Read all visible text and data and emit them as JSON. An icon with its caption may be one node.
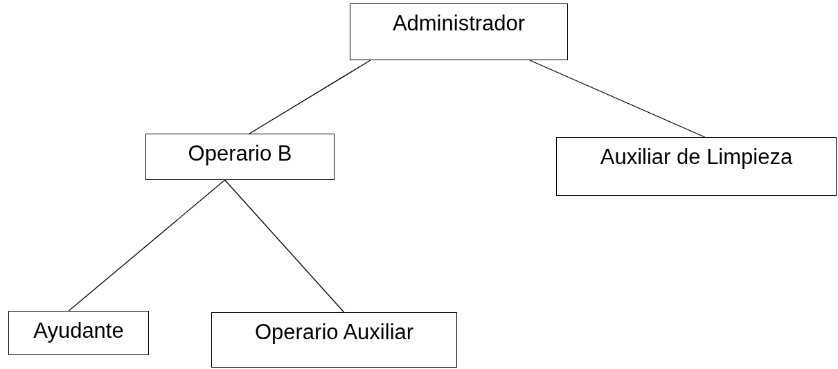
{
  "diagram": {
    "nodes": [
      {
        "text": [
          "Administrador"
        ]
      },
      {
        "text": [
          "Operario B"
        ]
      },
      {
        "text": [
          "Auxiliar de Limpieza"
        ]
      },
      {
        "text": [
          "Ayudante"
        ]
      },
      {
        "text": [
          "Operario Auxiliar"
        ]
      }
    ],
    "edges": [
      {
        "from": 0,
        "to": 1,
        "arrow": "none"
      },
      {
        "from": 0,
        "to": 2,
        "arrow": "none"
      },
      {
        "from": 1,
        "to": 3,
        "arrow": "none"
      },
      {
        "from": 1,
        "to": 4,
        "arrow": "none"
      }
    ]
  }
}
